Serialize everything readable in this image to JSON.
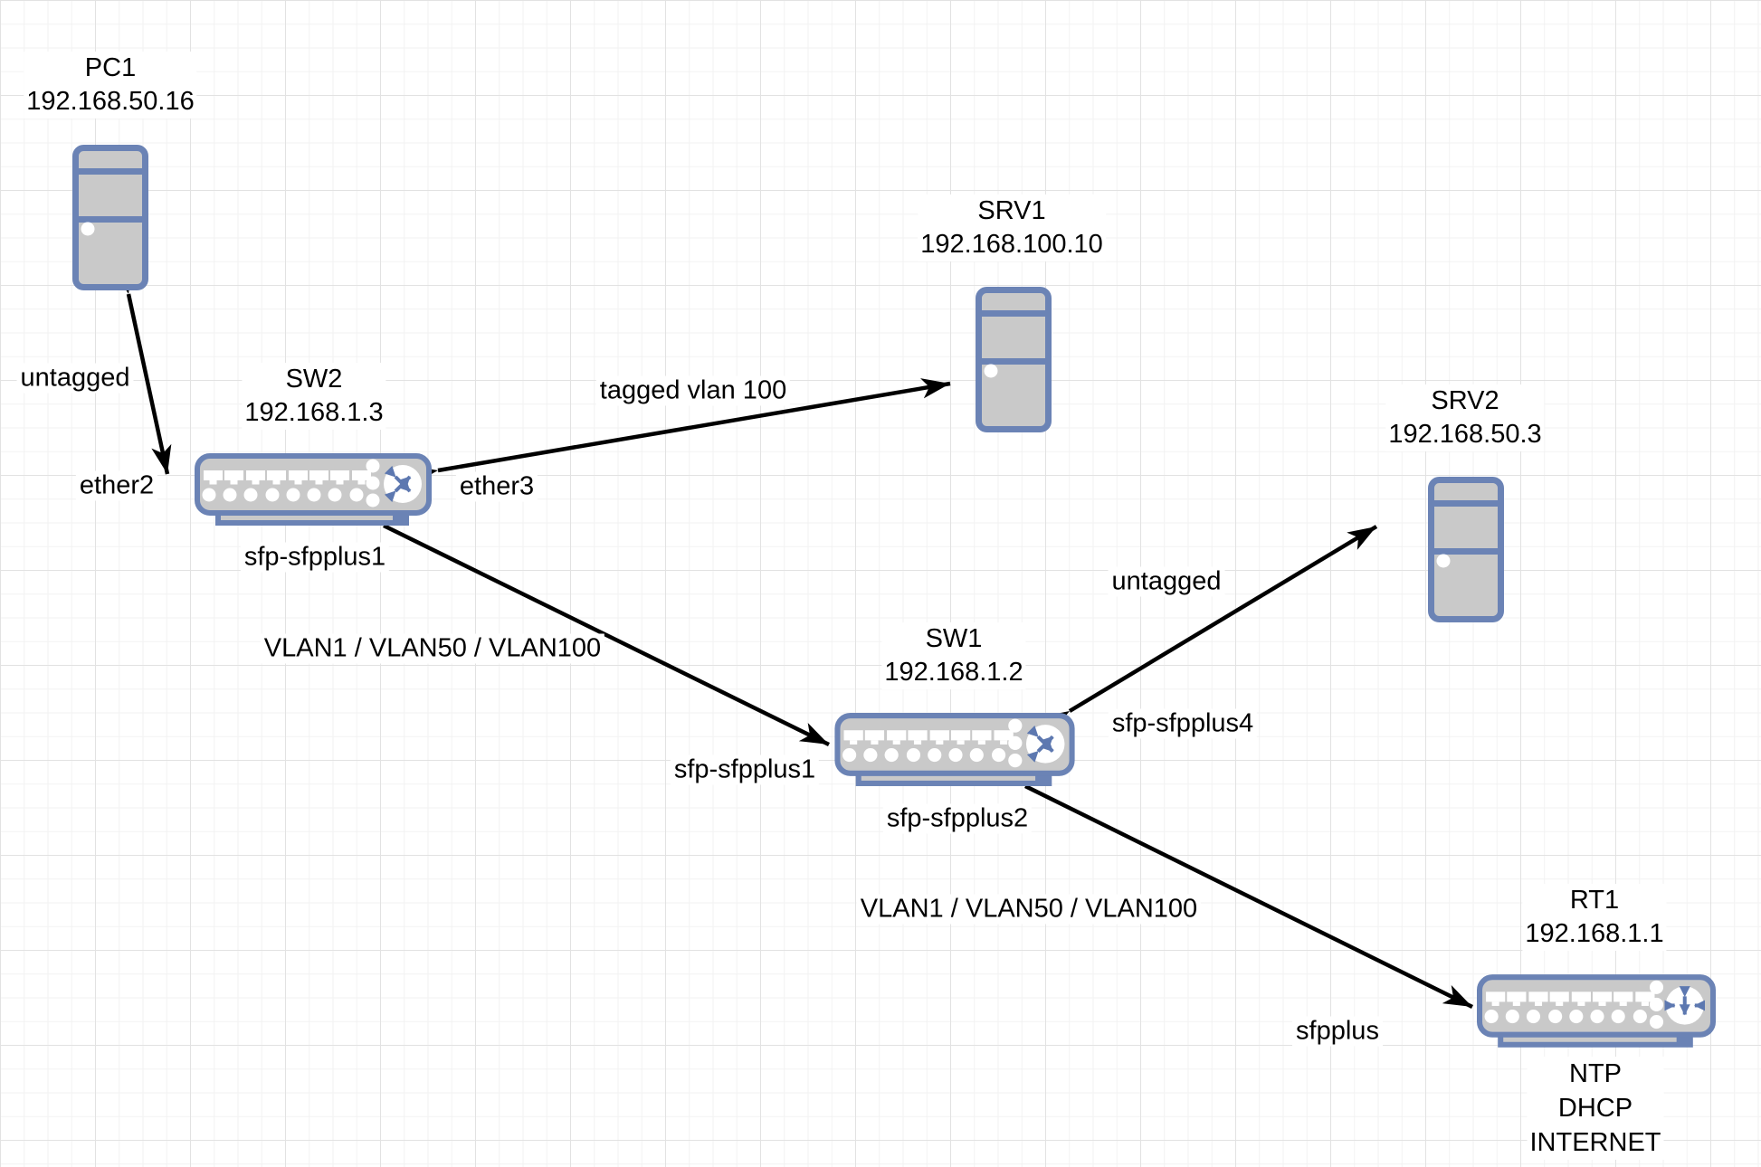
{
  "diagram": {
    "title_hint": "network-topology",
    "colors": {
      "device_border": "#6b83b5",
      "device_fill": "#c9c9c9",
      "emblem_arrows": "#5d78b0",
      "edge_line": "#000000",
      "label_background": "#ffffff",
      "text": "#000000"
    },
    "nodes": [
      {
        "id": "pc1",
        "name": "PC1",
        "ip": "192.168.50.16",
        "type": "server-tower"
      },
      {
        "id": "sw2",
        "name": "SW2",
        "ip": "192.168.1.3",
        "type": "switch"
      },
      {
        "id": "srv1",
        "name": "SRV1",
        "ip": "192.168.100.10",
        "type": "server-tower"
      },
      {
        "id": "srv2",
        "name": "SRV2",
        "ip": "192.168.50.3",
        "type": "server-tower"
      },
      {
        "id": "sw1",
        "name": "SW1",
        "ip": "192.168.1.2",
        "type": "switch"
      },
      {
        "id": "rt1",
        "name": "RT1",
        "ip": "192.168.1.1",
        "type": "router",
        "services": [
          "NTP",
          "DHCP",
          "INTERNET"
        ]
      }
    ],
    "edges": [
      {
        "from": "PC1",
        "to": "SW2",
        "label": "untagged",
        "port_to": "ether2",
        "arrows": "both"
      },
      {
        "from": "SW2",
        "to": "SRV1",
        "label": "tagged vlan 100",
        "port_from": "ether3",
        "arrows": "both"
      },
      {
        "from": "SW2",
        "to": "SW1",
        "label": "VLAN1 / VLAN50 / VLAN100",
        "port_from": "sfp-sfpplus1",
        "port_to": "sfp-sfpplus1",
        "arrows": "end"
      },
      {
        "from": "SW1",
        "to": "SRV2",
        "label": "untagged",
        "port_from": "sfp-sfpplus4",
        "arrows": "both"
      },
      {
        "from": "SW1",
        "to": "RT1",
        "label": "VLAN1 / VLAN50 / VLAN100",
        "port_from": "sfp-sfpplus2",
        "port_to": "sfpplus",
        "arrows": "end"
      }
    ]
  }
}
